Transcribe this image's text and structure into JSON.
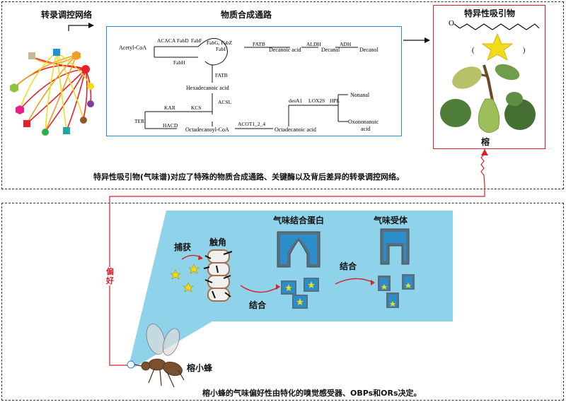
{
  "top_panel": {
    "regulatory_network_title": "转录调控网络",
    "pathway_title": "物质合成通路",
    "attractant_title": "特异性吸引物",
    "banyan_label": "榕",
    "caption": "特异性吸引物(气味谱)对应了特殊的物质合成通路、关键酶以及背后差异的转录调控网络。"
  },
  "pathway": {
    "compounds": {
      "acetyl_coa": "Acetyl-CoA",
      "decanoic_acid": "Decanoic acid",
      "decanal": "Decanal",
      "decanol": "Decanol",
      "hexadecanoic_acid": "Hexadecanoic acid",
      "octadecanoyl_coa": "Octadecanoyl-CoA",
      "octadecanoic_acid": "Octadecanoic acid",
      "nonanal": "Nonanal",
      "oxononanoic_acid_1": "Oxononanoic",
      "oxononanoic_acid_2": "acid"
    },
    "enzymes": {
      "acaca": "ACACA",
      "fabd": "FabD",
      "fabf": "FabF",
      "fabh": "FabH",
      "fabg_line1": "FabG, FabZ",
      "fabg_line2": "FabI",
      "fatb_top": "FATB",
      "aldh": "ALDH",
      "adh": "ADH",
      "fatb_mid": "FATB",
      "acsl": "ACSL",
      "kar": "KAR",
      "kcs": "KCS",
      "ter": "TER",
      "hacd": "HACD",
      "acot": "ACOT1_2_4",
      "desa1": "desA1",
      "lox2s": "LOX2S",
      "hpl": "HPL"
    }
  },
  "bottom_panel": {
    "capture_label": "捕获",
    "antenna_label": "触角",
    "obp_label": "气味结合蛋白",
    "receptor_label": "气味受体",
    "binding_label_1": "结合",
    "binding_label_2": "结合",
    "preference_label": "偏好",
    "wasp_label": "榕小蜂",
    "caption": "榕小蜂的气味偏好性由特化的嗅觉感受器、OBPs和ORs决定。"
  },
  "colors": {
    "network_red": "#e8202a",
    "network_orange": "#f0a020",
    "network_yellow": "#f0dc20",
    "light_blue_bg": "#8fd3ea",
    "pathway_border": "#2a8fc8",
    "attractant_border": "#d6202a",
    "connector_red": "#d6202a"
  }
}
